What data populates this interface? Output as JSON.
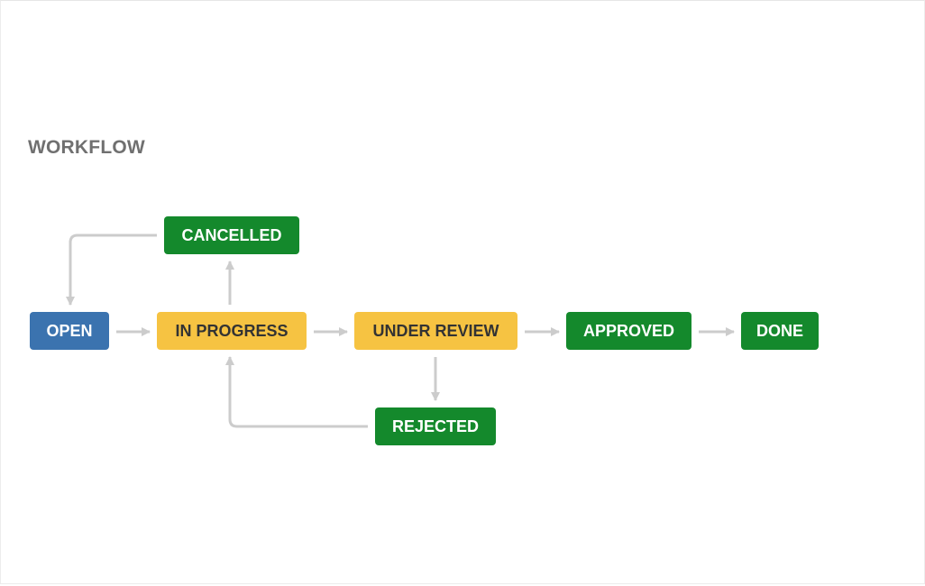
{
  "title": "WORKFLOW",
  "colors": {
    "open": "#3b73af",
    "in_progress": "#f6c342",
    "done_category": "#14892c",
    "connector": "#cccccc",
    "title": "#707070"
  },
  "statuses": {
    "open": "OPEN",
    "in_progress": "IN PROGRESS",
    "under_review": "UNDER REVIEW",
    "approved": "APPROVED",
    "done": "DONE",
    "cancelled": "CANCELLED",
    "rejected": "REJECTED"
  },
  "transitions": [
    {
      "from": "OPEN",
      "to": "IN PROGRESS"
    },
    {
      "from": "IN PROGRESS",
      "to": "UNDER REVIEW"
    },
    {
      "from": "UNDER REVIEW",
      "to": "APPROVED"
    },
    {
      "from": "APPROVED",
      "to": "DONE"
    },
    {
      "from": "IN PROGRESS",
      "to": "CANCELLED"
    },
    {
      "from": "CANCELLED",
      "to": "OPEN"
    },
    {
      "from": "UNDER REVIEW",
      "to": "REJECTED"
    },
    {
      "from": "REJECTED",
      "to": "IN PROGRESS"
    }
  ]
}
